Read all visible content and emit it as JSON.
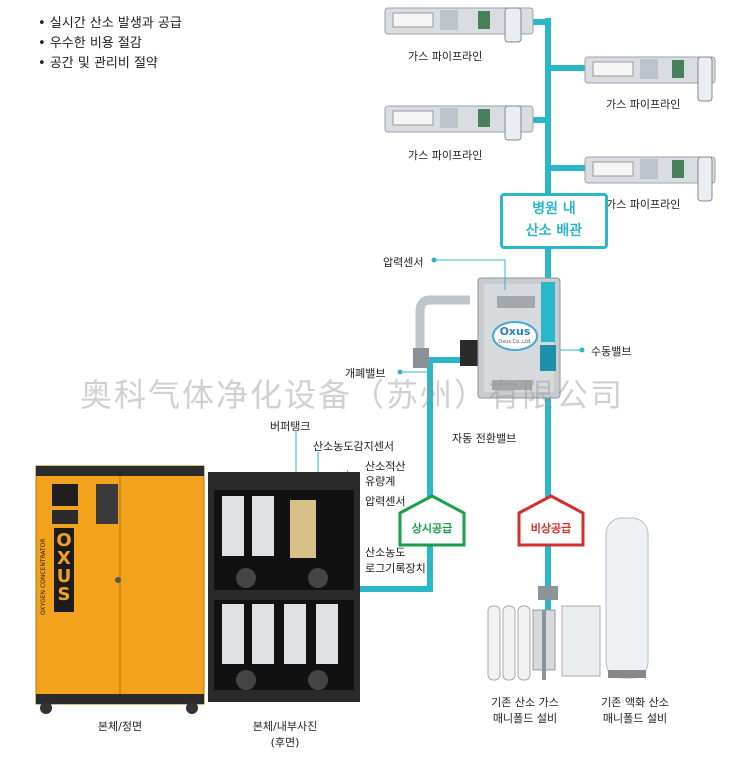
{
  "bullets": [
    "실시간 산소 발생과 공급",
    "우수한 비용 절감",
    "공간 및 관리비 절약"
  ],
  "pipelines": [
    "가스 파이프라인",
    "가스 파이프라인",
    "가스 파이프라인",
    "가스 파이프라인"
  ],
  "hospital_pipe": {
    "line1": "병원 내",
    "line2": "산소 배관"
  },
  "valve_labels": {
    "pressure_sensor": "압력센서",
    "manual_valve": "수동밸브",
    "onoff_valve": "개폐밸브",
    "auto_valve": "자동 전환밸브"
  },
  "internal_labels": {
    "buffer_tank": "버퍼탱크",
    "o2_sensor": "산소농도감지센서",
    "flowmeter_1": "산소적산",
    "flowmeter_2": "유량계",
    "pressure_sensor": "압력센서",
    "logger_1": "산소농도",
    "logger_2": "로그기록장치"
  },
  "supply": {
    "normal": "상시공급",
    "emergency": "비상공급"
  },
  "manifolds": {
    "gas_1": "기존 산소 가스",
    "gas_2": "매니폴드 설비",
    "liquid_1": "기존 액화 산소",
    "liquid_2": "매니폴드 설비"
  },
  "captions": {
    "front": "본체/정면",
    "rear_1": "본체/내부사진",
    "rear_2": "(후면)"
  },
  "machine": {
    "brand": "OXUS",
    "sub": "OXYGEN CONCENTRATOR"
  },
  "valve_logo": {
    "brand": "Oxus",
    "sub": "Oxus Co.,Ltd."
  },
  "watermark": "奥科气体净化设备（苏州）有限公司",
  "colors": {
    "pipe": "#2ab7c9",
    "normal": "#1a9e4a",
    "emergency": "#d32f2f",
    "cabinet": "#f2a31b"
  }
}
